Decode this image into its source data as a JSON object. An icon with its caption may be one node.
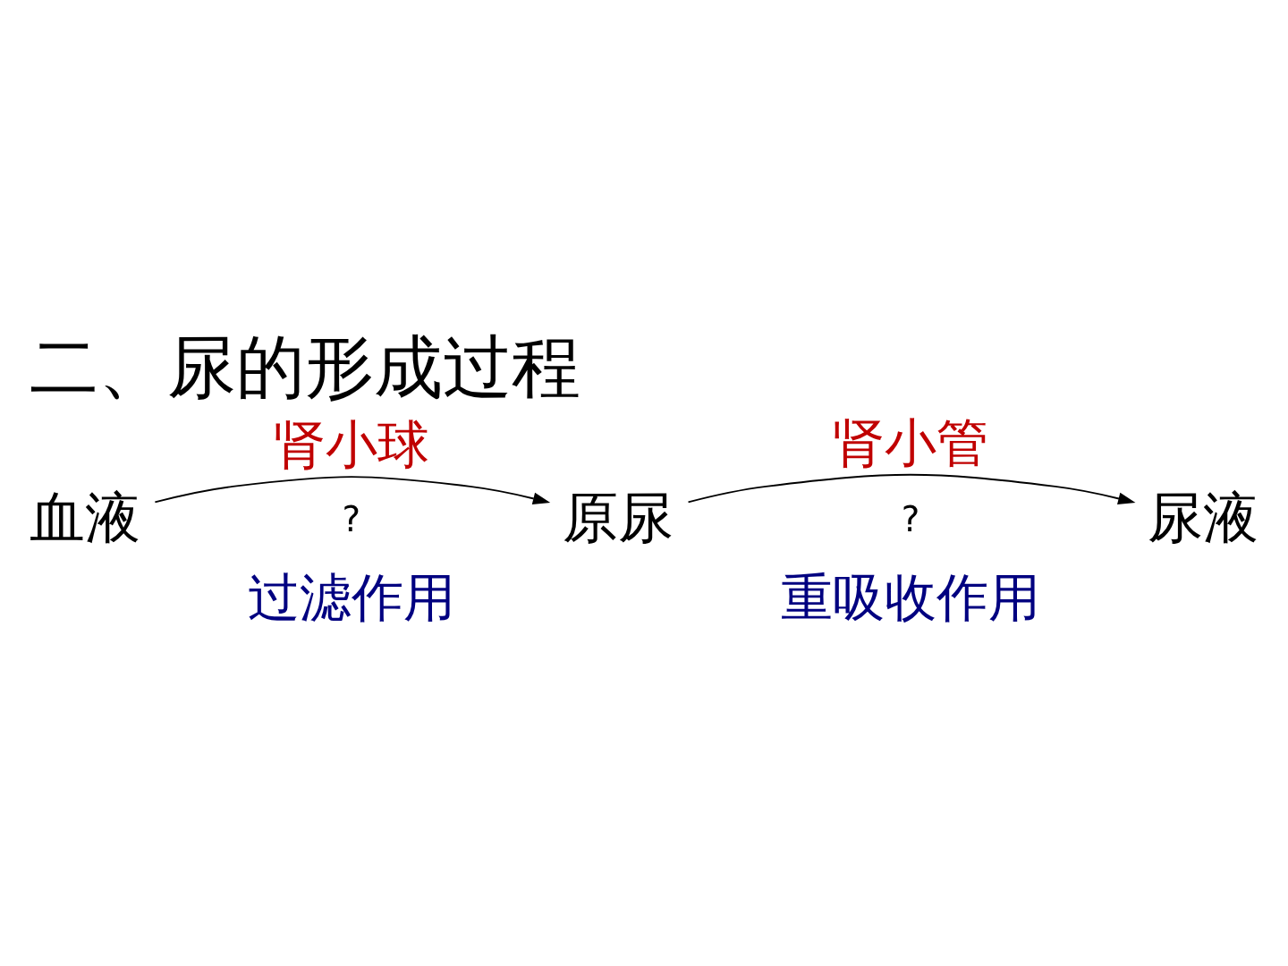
{
  "diagram": {
    "title": "二、尿的形成过程",
    "nodes": [
      {
        "text": [
          "血液"
        ]
      },
      {
        "text": [
          "原尿"
        ]
      },
      {
        "text": [
          "尿液"
        ]
      }
    ],
    "edges": [
      {
        "from": 0,
        "to": 1,
        "arrow": "to",
        "label": "肾小球"
      },
      {
        "from": 1,
        "to": 2,
        "arrow": "to",
        "label": "肾小管"
      }
    ],
    "labels": [
      "?",
      "过滤作用",
      "?",
      "重吸收作用"
    ]
  }
}
